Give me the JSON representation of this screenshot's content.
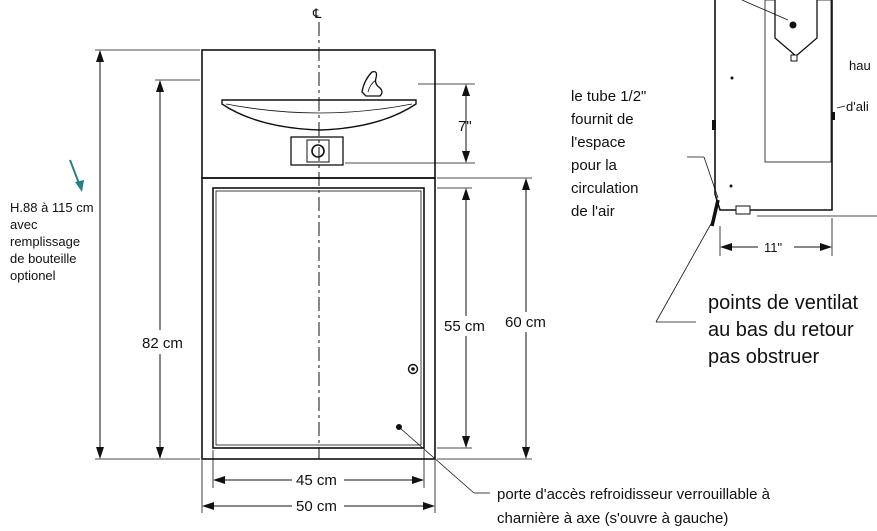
{
  "centerline_label": "℄",
  "left_note": {
    "lines": [
      "H.88 à 115 cm",
      "avec",
      "remplissage",
      "de bouteille",
      "optionel"
    ]
  },
  "dimensions": {
    "overall_height": "82 cm",
    "basin_drop": "7\"",
    "door_height": "55 cm",
    "cabinet_height": "60 cm",
    "door_width": "45 cm",
    "overall_width": "50 cm",
    "side_depth": "11\""
  },
  "tube_note": {
    "lines": [
      "le tube 1/2\"",
      "fournit de",
      "l'espace",
      "pour la",
      "circulation",
      "de l'air"
    ]
  },
  "vent_note": {
    "lines": [
      "points de ventilat",
      "au bas du retour",
      "pas obstruer"
    ]
  },
  "door_note": {
    "lines": [
      "porte d'accès refroidisseur verrouillable à",
      "charnière à axe (s'ouvre à gauche)"
    ]
  },
  "side_cut_labels": {
    "top": "hau",
    "middle": "d'ali"
  },
  "colors": {
    "arrow_teal": "#2a7f86",
    "line": "#111111",
    "background": "#ffffff"
  }
}
